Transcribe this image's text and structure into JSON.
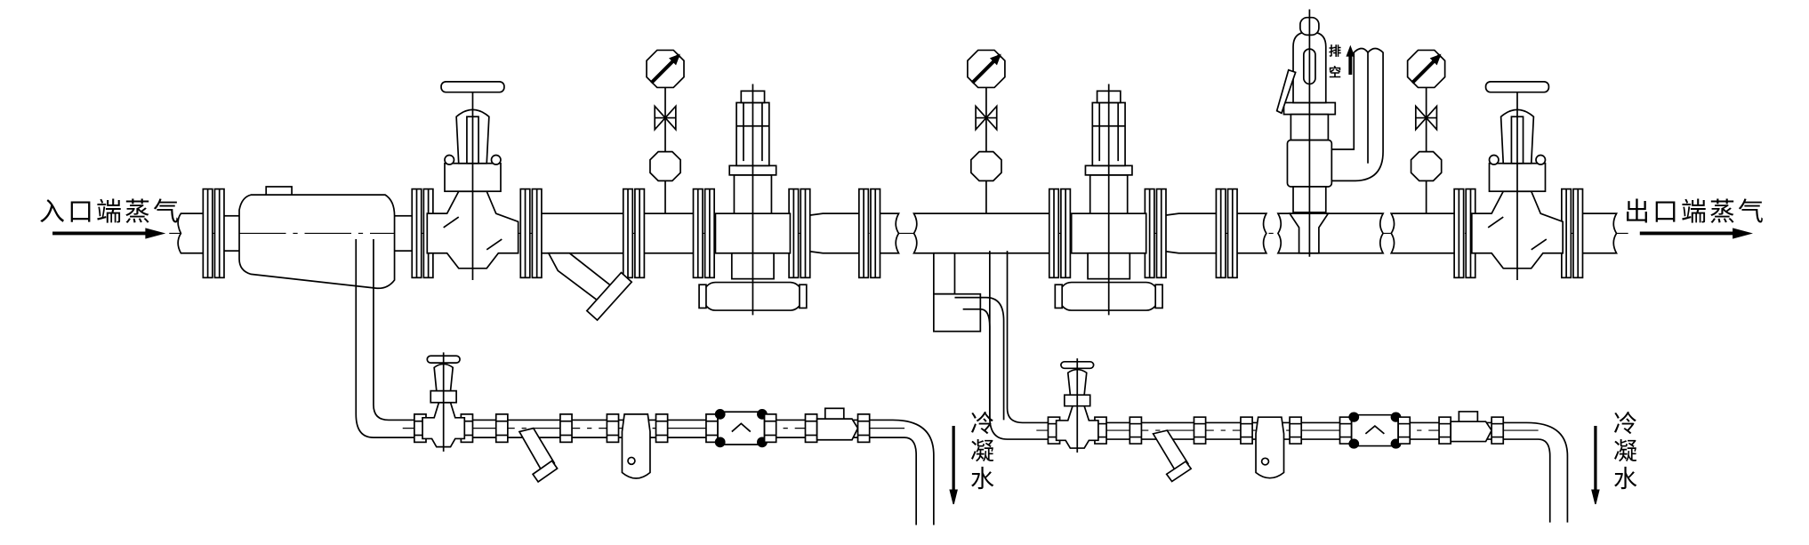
{
  "labels": {
    "inlet": "入口端蒸气",
    "outlet": "出口端蒸气",
    "condensate_left": "冷凝水",
    "condensate_right": "冷凝水",
    "vent": "排空"
  },
  "colors": {
    "line": "#000000",
    "background": "#ffffff"
  }
}
